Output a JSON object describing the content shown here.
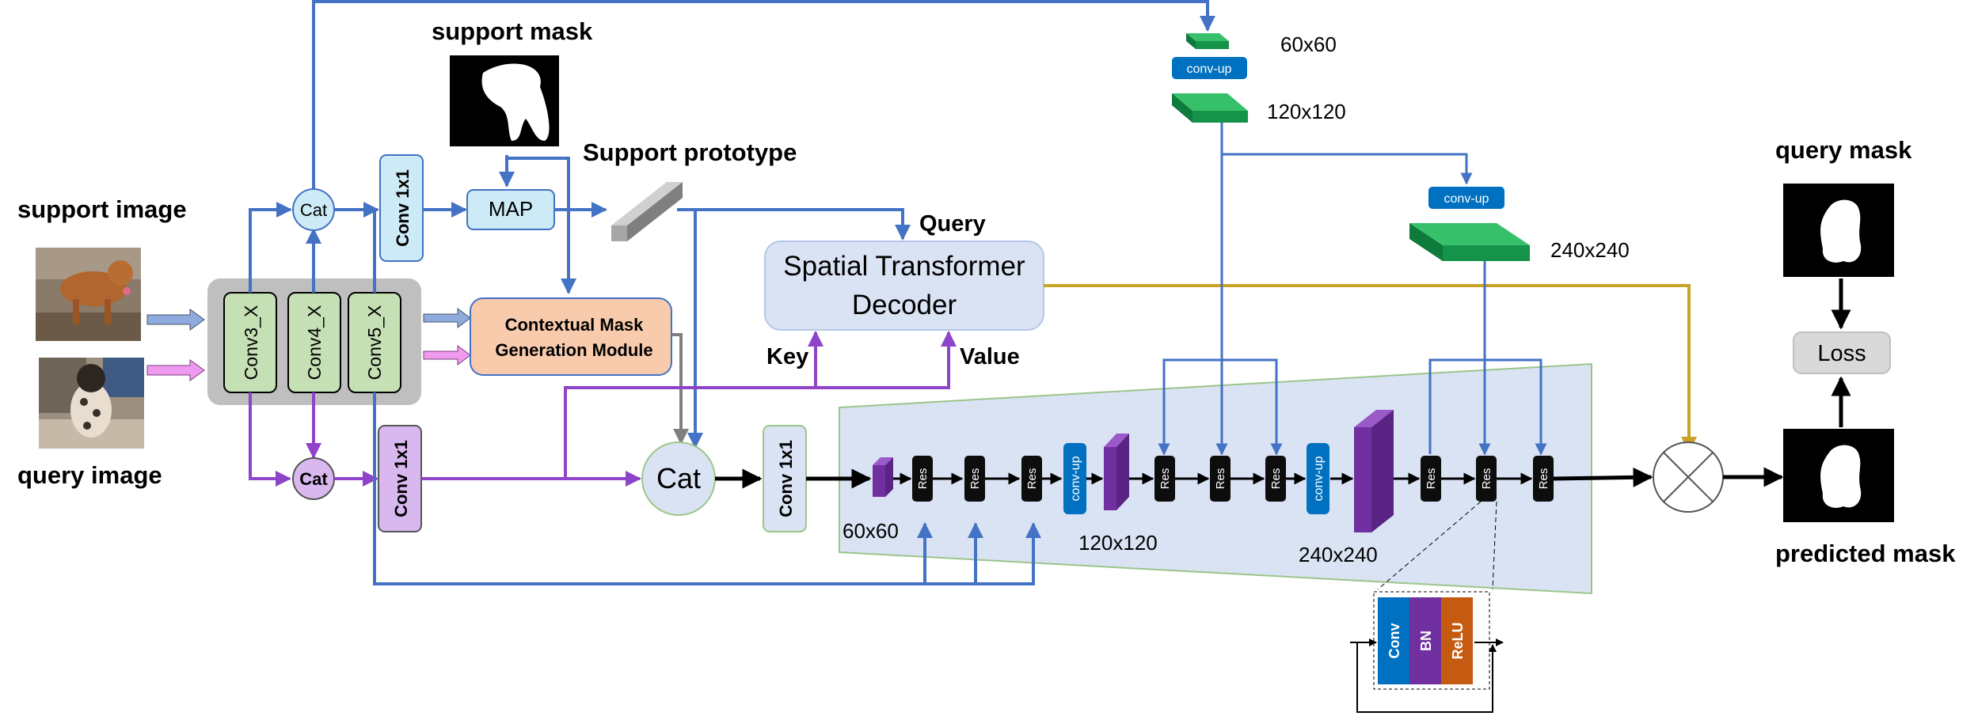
{
  "inputs": {
    "support_image": "support image",
    "query_image": "query image",
    "support_mask": "support mask",
    "support_prototype": "Support prototype"
  },
  "blocks": {
    "conv3": "Conv3_X",
    "conv4": "Conv4_X",
    "conv5": "Conv5_X",
    "cat": "Cat",
    "conv1x1": "Conv 1x1",
    "map": "MAP",
    "cmgm_line1": "Contextual Mask",
    "cmgm_line2": "Generation Module",
    "std_line1": "Spatial Transformer",
    "std_line2": "Decoder",
    "query": "Query",
    "key": "Key",
    "value": "Value",
    "res": "Res",
    "conv_up": "conv-up",
    "loss": "Loss",
    "conv": "Conv",
    "bn": "BN",
    "relu": "ReLU"
  },
  "sizes": {
    "s60": "60x60",
    "s120": "120x120",
    "s240": "240x240"
  },
  "outputs": {
    "query_mask": "query mask",
    "predicted_mask": "predicted mask"
  },
  "colors": {
    "blue_arrow": "#4472C4",
    "purple_arrow": "#8E44C8",
    "gold_arrow": "#C9A227",
    "backbone_green": "#C5E0B4",
    "cmgm_orange": "#F8CBAD",
    "decoder_panel": "#DAE3F3",
    "conv_up_blue": "#0070C0",
    "feature_green": "#1AA64A",
    "feature_purple": "#7030A0"
  }
}
